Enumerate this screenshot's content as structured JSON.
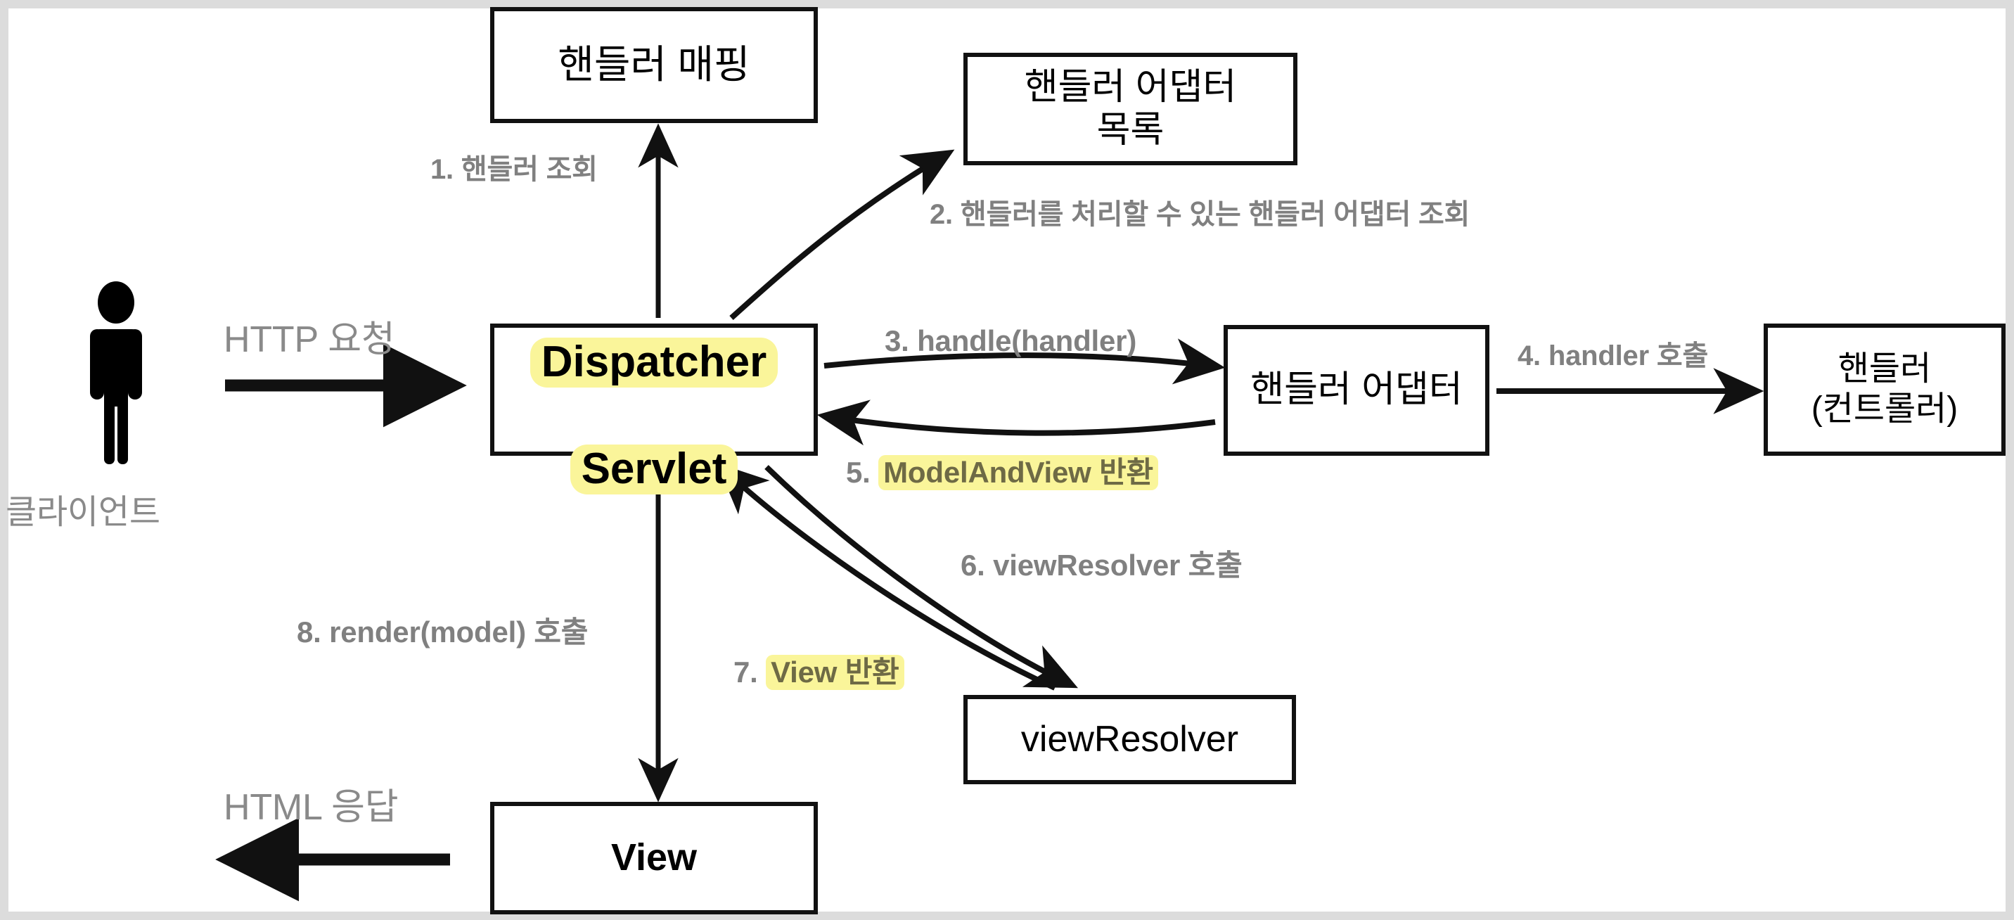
{
  "diagram": {
    "title": "Spring MVC DispatcherServlet flow",
    "accent_highlight": "#faf59a",
    "label_color": "#808080",
    "stroke_color": "#111111",
    "frame_color": "#dcdcdc"
  },
  "nodes": {
    "handler_mapping": "핸들러 매핑",
    "adapter_list": "핸들러 어댑터\n목록",
    "dispatcher_line1": "Dispatcher",
    "dispatcher_line2": "Servlet",
    "handler_adapter": "핸들러 어댑터",
    "controller": "핸들러\n(컨트롤러)",
    "view_resolver": "viewResolver",
    "view": "View"
  },
  "actor": {
    "icon": "person-icon",
    "label": "클라이언트"
  },
  "edges": {
    "http_request": "HTTP 요청",
    "html_response": "HTML 응답",
    "step1": "1. 핸들러 조회",
    "step2": "2. 핸들러를 처리할 수 있는 핸들러 어댑터 조회",
    "step3": "3. handle(handler)",
    "step4": "4. handler 호출",
    "step5_num": "5.",
    "step5_mark": "ModelAndView 반환",
    "step6": "6. viewResolver 호출",
    "step7_num": "7.",
    "step7_mark": "View 반환",
    "step8": "8. render(model) 호출"
  }
}
